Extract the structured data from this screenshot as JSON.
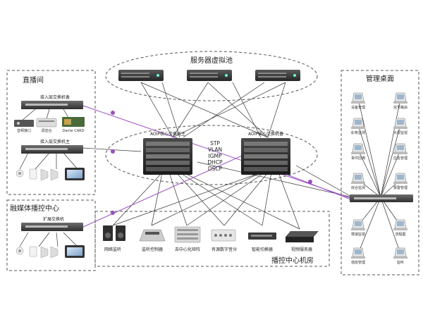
{
  "diagram": {
    "server_pool_title": "服务器虚拟池",
    "core_left_label": "AOIP核心交换机主",
    "core_right_label": "AOIP核心交换机备",
    "protocols": [
      "STP",
      "VLAN",
      "IGMP",
      "DHCP",
      "DSCP"
    ],
    "live_room": {
      "title": "直播间",
      "access_switch_top": "接入层交换机备",
      "access_switch_bottom": "接入层交换机主",
      "device_labels": [
        "音频接口",
        "调音台",
        "Dante CARD"
      ]
    },
    "media_center": {
      "title": "融媒体播控中心",
      "switch_label": "扩展交换机"
    },
    "management_desktop": {
      "title": "管理桌面",
      "left_items": [
        "设备管理",
        "彩条监测",
        "事件回溯",
        "综合监测",
        "慢速监视",
        "值班管理"
      ],
      "right_items": [
        "信号路由",
        "大屏监视",
        "应急管理",
        "报警管理",
        "流程图",
        "监听"
      ]
    },
    "control_room": {
      "title": "播控中心机房",
      "devices": [
        "网络监听",
        "监听控制器",
        "去中心化矩阵",
        "有源数字音分",
        "智能切换器",
        "视频服务器"
      ]
    }
  },
  "colors": {
    "link_line": "#333333",
    "purple_link": "#9a4fc2",
    "dashed_border": "#555555",
    "device_dark": "#3a3a3a"
  }
}
